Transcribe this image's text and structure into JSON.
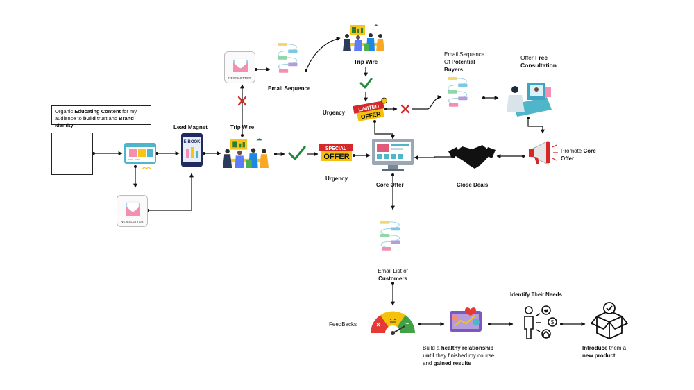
{
  "intro_box": {
    "part1": "Organic ",
    "bold1": "Educating Content",
    "part2": "  for my audience to ",
    "bold2": "build",
    "part3": " trust and ",
    "bold3": "Brand Identity"
  },
  "newsletter_text": "NEWSLETTER",
  "ebook_text": "E-BOOK",
  "special_offer": {
    "top": "SPECIAL",
    "main": "OFFER"
  },
  "limited_offer": {
    "top": "LIMITED",
    "main": "OFFER"
  },
  "labels": {
    "lead_magnet": "Lead Magnet",
    "trip_wire_1": "Trip Wire",
    "trip_wire_2": "Trip Wire",
    "email_sequence": "Email Sequence",
    "urgency_1": "Urgency",
    "urgency_2": "Urgency",
    "core_offer": "Core Offer",
    "close_deals": "Close Deals",
    "feedbacks": "FeedBacks",
    "potential_buyers": {
      "line1": "Email Sequence",
      "line2_pre": "Of ",
      "line2_bold": "Potential",
      "line3_bold": "Buyers"
    },
    "free_consultation": {
      "pre": "Offer ",
      "bold1": "Free",
      "bold2": "Consultation"
    },
    "promote": {
      "pre": "Promote ",
      "bold1": "Core",
      "bold2": "Offer"
    },
    "customers": {
      "line1": "Email List of",
      "line2_bold": "Customers"
    },
    "relationship": {
      "pre": "Build a ",
      "bold1": "healthy relationship",
      "bold2": "until",
      "mid": " they finished my course",
      "pre2": "and ",
      "bold3": "gained results"
    },
    "needs": {
      "bold1": "Identify",
      "mid": " Their ",
      "bold2": "Needs"
    },
    "introduce": {
      "bold1": "Introduce",
      "mid": " them a",
      "bold2": "new product"
    }
  },
  "colors": {
    "check": "#1f8a3b",
    "cross": "#d62828",
    "arrow": "#111111",
    "offer_yellow": "#f4c20d",
    "offer_red": "#d62828"
  }
}
